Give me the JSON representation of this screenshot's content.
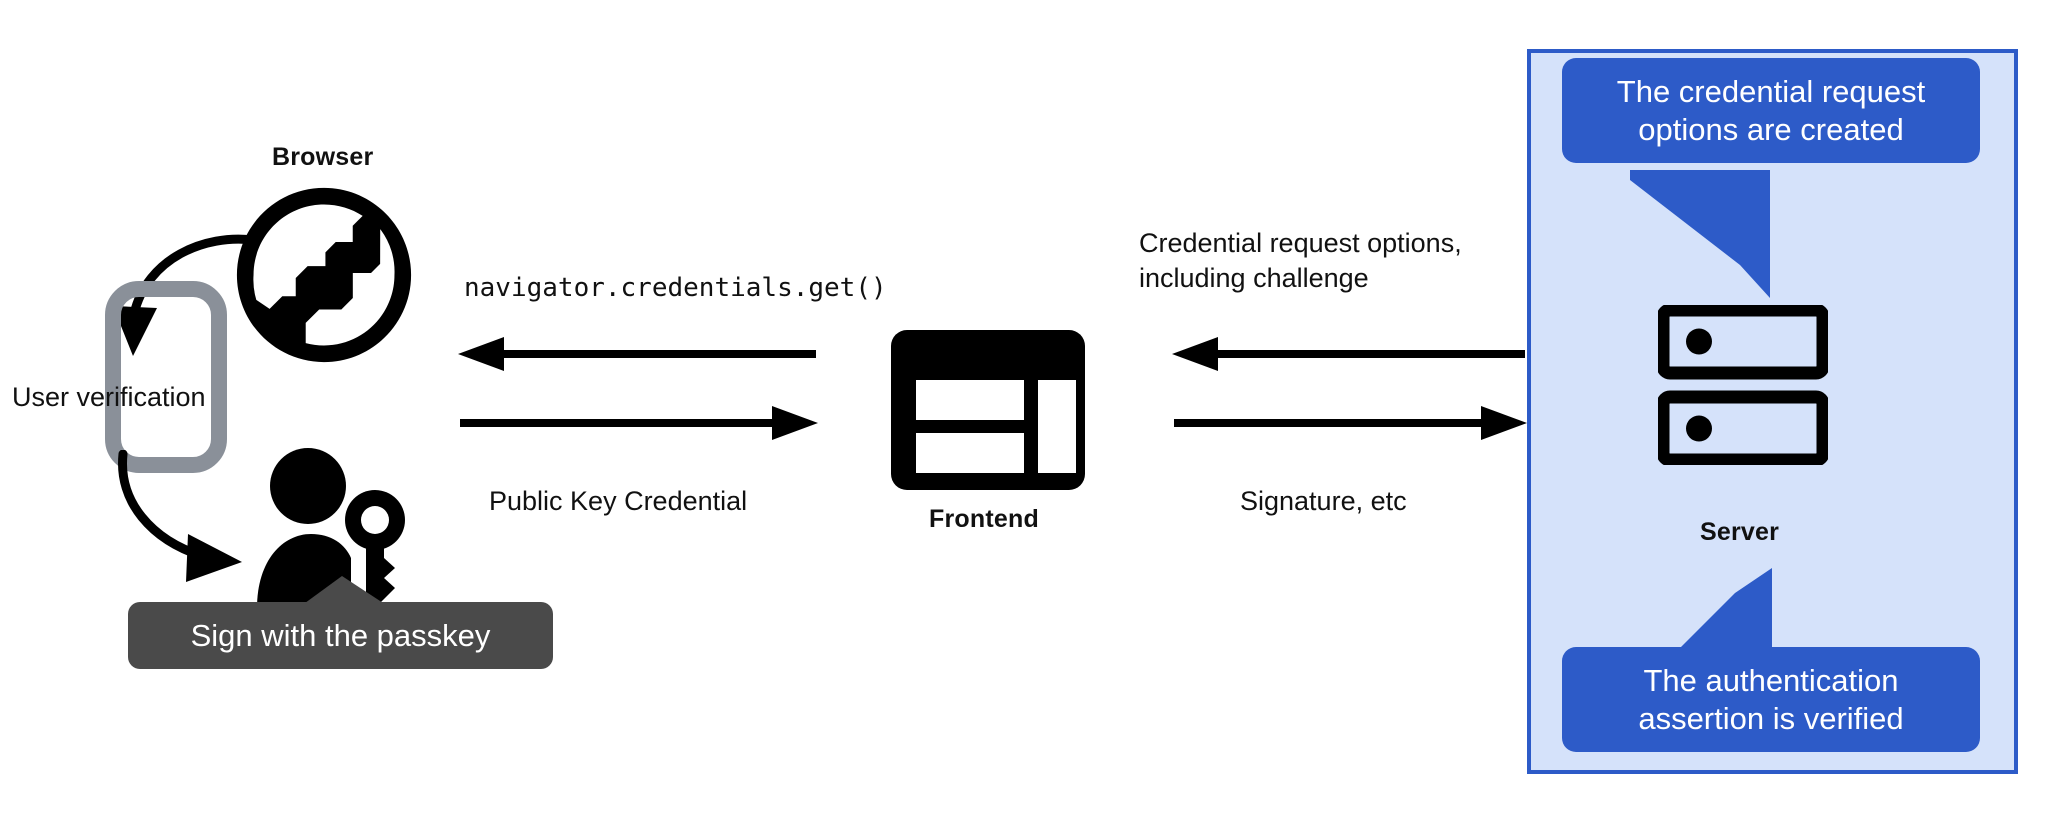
{
  "diagram": {
    "title": "WebAuthn passkey authentication flow",
    "colors": {
      "panel_fill": "#d5e2fa",
      "panel_border": "#2d5bc8",
      "callout_fill": "#2d5bc8",
      "callout_text": "#ffffff",
      "tooltip_fill": "#4a4a4a",
      "tooltip_text": "#ffffff",
      "ink": "#111111",
      "phone_gray": "#8a9099"
    }
  },
  "browser": {
    "label": "Browser",
    "icon": "globe-icon"
  },
  "phone": {
    "icon": "smartphone-icon",
    "verification_label": "User verification"
  },
  "user": {
    "icon": "person-with-key-icon",
    "tooltip": "Sign with the passkey"
  },
  "frontend": {
    "label": "Frontend",
    "icon": "web-layout-icon"
  },
  "server": {
    "label": "Server",
    "icon": "server-rack-icon",
    "callouts": [
      {
        "text": "The credential request options are created",
        "position": "top"
      },
      {
        "text": "The authentication assertion is verified",
        "position": "bottom"
      }
    ]
  },
  "flows": {
    "left": [
      {
        "label": "navigator.credentials.get()",
        "direction": "left",
        "style": "mono"
      },
      {
        "label": "Public Key Credential",
        "direction": "right",
        "style": "plain"
      }
    ],
    "right": [
      {
        "label": "Credential request options, including challenge",
        "line1": "Credential request options,",
        "line2": "including challenge",
        "direction": "left",
        "style": "plain"
      },
      {
        "label": "Signature, etc",
        "direction": "right",
        "style": "plain"
      }
    ]
  }
}
